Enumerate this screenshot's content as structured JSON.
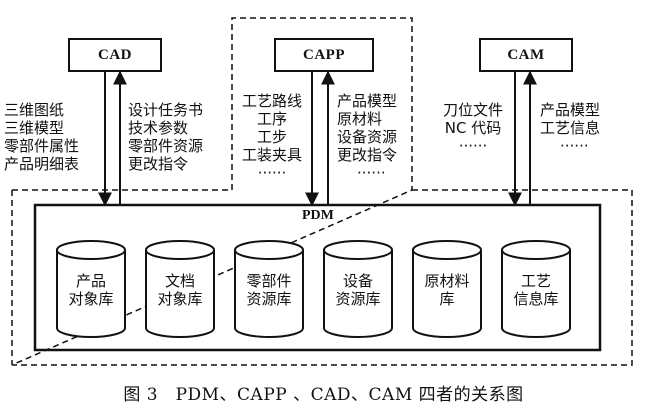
{
  "systems": {
    "cad": "CAD",
    "capp": "CAPP",
    "cam": "CAM",
    "pdm": "PDM"
  },
  "flows": {
    "cad_out": [
      "三维图纸",
      "三维模型",
      "零部件属性",
      "产品明细表"
    ],
    "cad_in": [
      "设计任务书",
      "技术参数",
      "零部件资源",
      "更改指令"
    ],
    "capp_out": [
      "工艺路线",
      "工序",
      "工步",
      "工装夹具",
      "······"
    ],
    "capp_in": [
      "产品模型",
      "原材料",
      "设备资源",
      "更改指令",
      "······"
    ],
    "cam_out": [
      "刀位文件",
      "NC 代码",
      "······"
    ],
    "cam_in": [
      "产品模型",
      "工艺信息",
      "······"
    ]
  },
  "libraries": [
    [
      "产品",
      "对象库"
    ],
    [
      "文档",
      "对象库"
    ],
    [
      "零部件",
      "资源库"
    ],
    [
      "设备",
      "资源库"
    ],
    [
      "原材料",
      "库"
    ],
    [
      "工艺",
      "信息库"
    ]
  ],
  "caption": "图 3　PDM、CAPP 、CAD、CAM 四者的关系图"
}
